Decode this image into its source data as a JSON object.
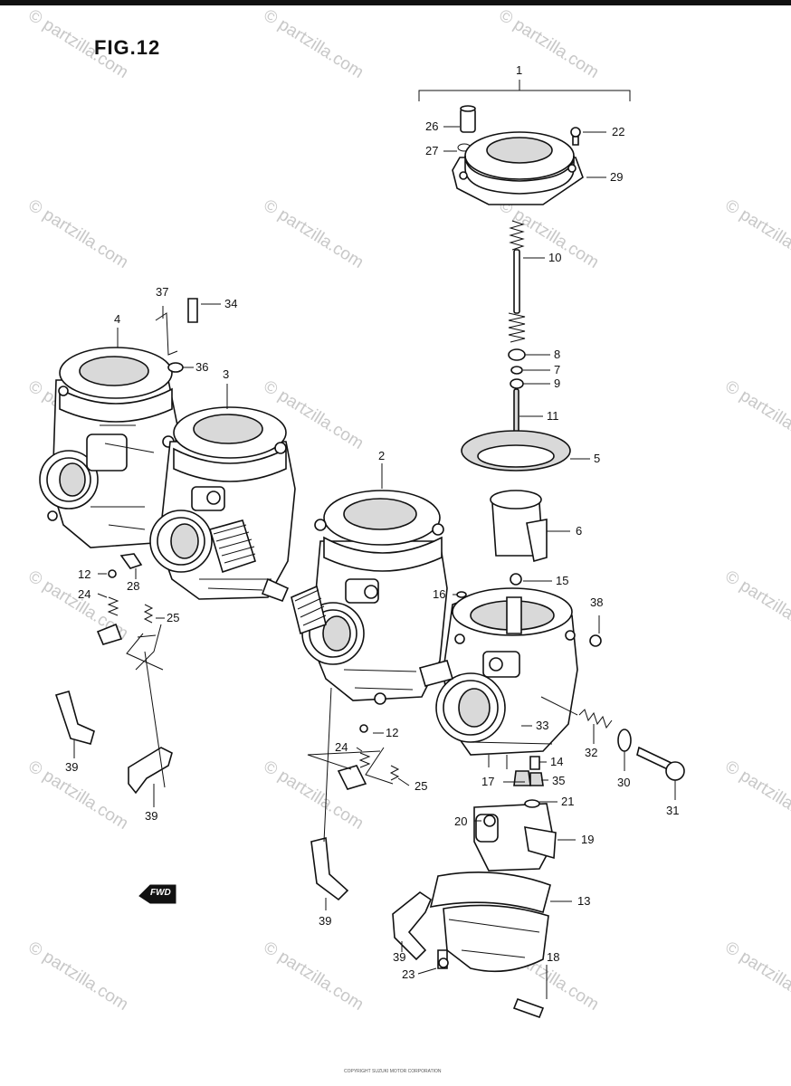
{
  "figure": {
    "title": "FIG.12",
    "fwd_label": "FWD",
    "footer_note": "COPYRIGHT  SUZUKI MOTOR CORPORATION"
  },
  "watermark": {
    "text": "partzilla.com",
    "copyright_symbol": "©",
    "color": "#c8c8c8"
  },
  "colors": {
    "ink": "#111111",
    "paper": "#ffffff",
    "shade": "#d9d9d9"
  },
  "callouts": [
    {
      "id": "1",
      "label": "1"
    },
    {
      "id": "2",
      "label": "2"
    },
    {
      "id": "3",
      "label": "3"
    },
    {
      "id": "4",
      "label": "4"
    },
    {
      "id": "5",
      "label": "5"
    },
    {
      "id": "6",
      "label": "6"
    },
    {
      "id": "7",
      "label": "7"
    },
    {
      "id": "8",
      "label": "8"
    },
    {
      "id": "9",
      "label": "9"
    },
    {
      "id": "10",
      "label": "10"
    },
    {
      "id": "11",
      "label": "11"
    },
    {
      "id": "12a",
      "label": "12"
    },
    {
      "id": "12b",
      "label": "12"
    },
    {
      "id": "13",
      "label": "13"
    },
    {
      "id": "14",
      "label": "14"
    },
    {
      "id": "15",
      "label": "15"
    },
    {
      "id": "16",
      "label": "16"
    },
    {
      "id": "17",
      "label": "17"
    },
    {
      "id": "18",
      "label": "18"
    },
    {
      "id": "19",
      "label": "19"
    },
    {
      "id": "20",
      "label": "20"
    },
    {
      "id": "21",
      "label": "21"
    },
    {
      "id": "22",
      "label": "22"
    },
    {
      "id": "23",
      "label": "23"
    },
    {
      "id": "24a",
      "label": "24"
    },
    {
      "id": "24b",
      "label": "24"
    },
    {
      "id": "25a",
      "label": "25"
    },
    {
      "id": "25b",
      "label": "25"
    },
    {
      "id": "26",
      "label": "26"
    },
    {
      "id": "27",
      "label": "27"
    },
    {
      "id": "28",
      "label": "28"
    },
    {
      "id": "29",
      "label": "29"
    },
    {
      "id": "30",
      "label": "30"
    },
    {
      "id": "31",
      "label": "31"
    },
    {
      "id": "32",
      "label": "32"
    },
    {
      "id": "33",
      "label": "33"
    },
    {
      "id": "34",
      "label": "34"
    },
    {
      "id": "35",
      "label": "35"
    },
    {
      "id": "36",
      "label": "36"
    },
    {
      "id": "37",
      "label": "37"
    },
    {
      "id": "38",
      "label": "38"
    },
    {
      "id": "39a",
      "label": "39"
    },
    {
      "id": "39b",
      "label": "39"
    },
    {
      "id": "39c",
      "label": "39"
    },
    {
      "id": "39d",
      "label": "39"
    }
  ]
}
